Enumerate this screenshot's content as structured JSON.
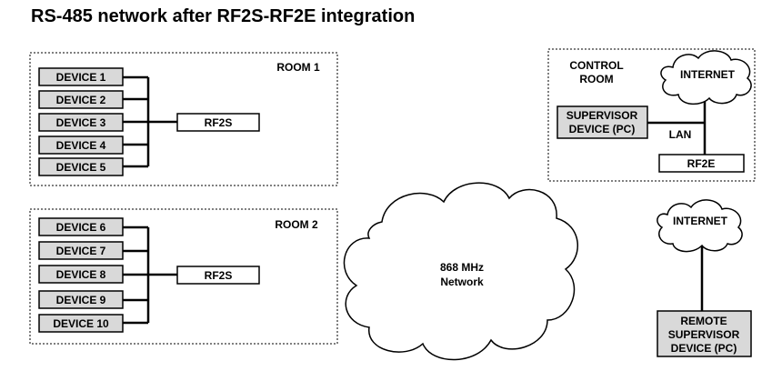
{
  "title": "RS-485 network after RF2S-RF2E integration",
  "room1": {
    "label": "ROOM 1",
    "devices": [
      "DEVICE 1",
      "DEVICE 2",
      "DEVICE 3",
      "DEVICE 4",
      "DEVICE 5"
    ],
    "transmitter": "RF2S"
  },
  "room2": {
    "label": "ROOM 2",
    "devices": [
      "DEVICE 6",
      "DEVICE 7",
      "DEVICE 8",
      "DEVICE 9",
      "DEVICE 10"
    ],
    "transmitter": "RF2S"
  },
  "network": {
    "line1": "868 MHz",
    "line2": "Network"
  },
  "control_room": {
    "label_line1": "CONTROL",
    "label_line2": "ROOM",
    "internet": "INTERNET",
    "supervisor_line1": "SUPERVISOR",
    "supervisor_line2": "DEVICE (PC)",
    "lan": "LAN",
    "receiver": "RF2E"
  },
  "remote": {
    "internet": "INTERNET",
    "line1": "REMOTE",
    "line2": "SUPERVISOR",
    "line3": "DEVICE (PC)"
  }
}
